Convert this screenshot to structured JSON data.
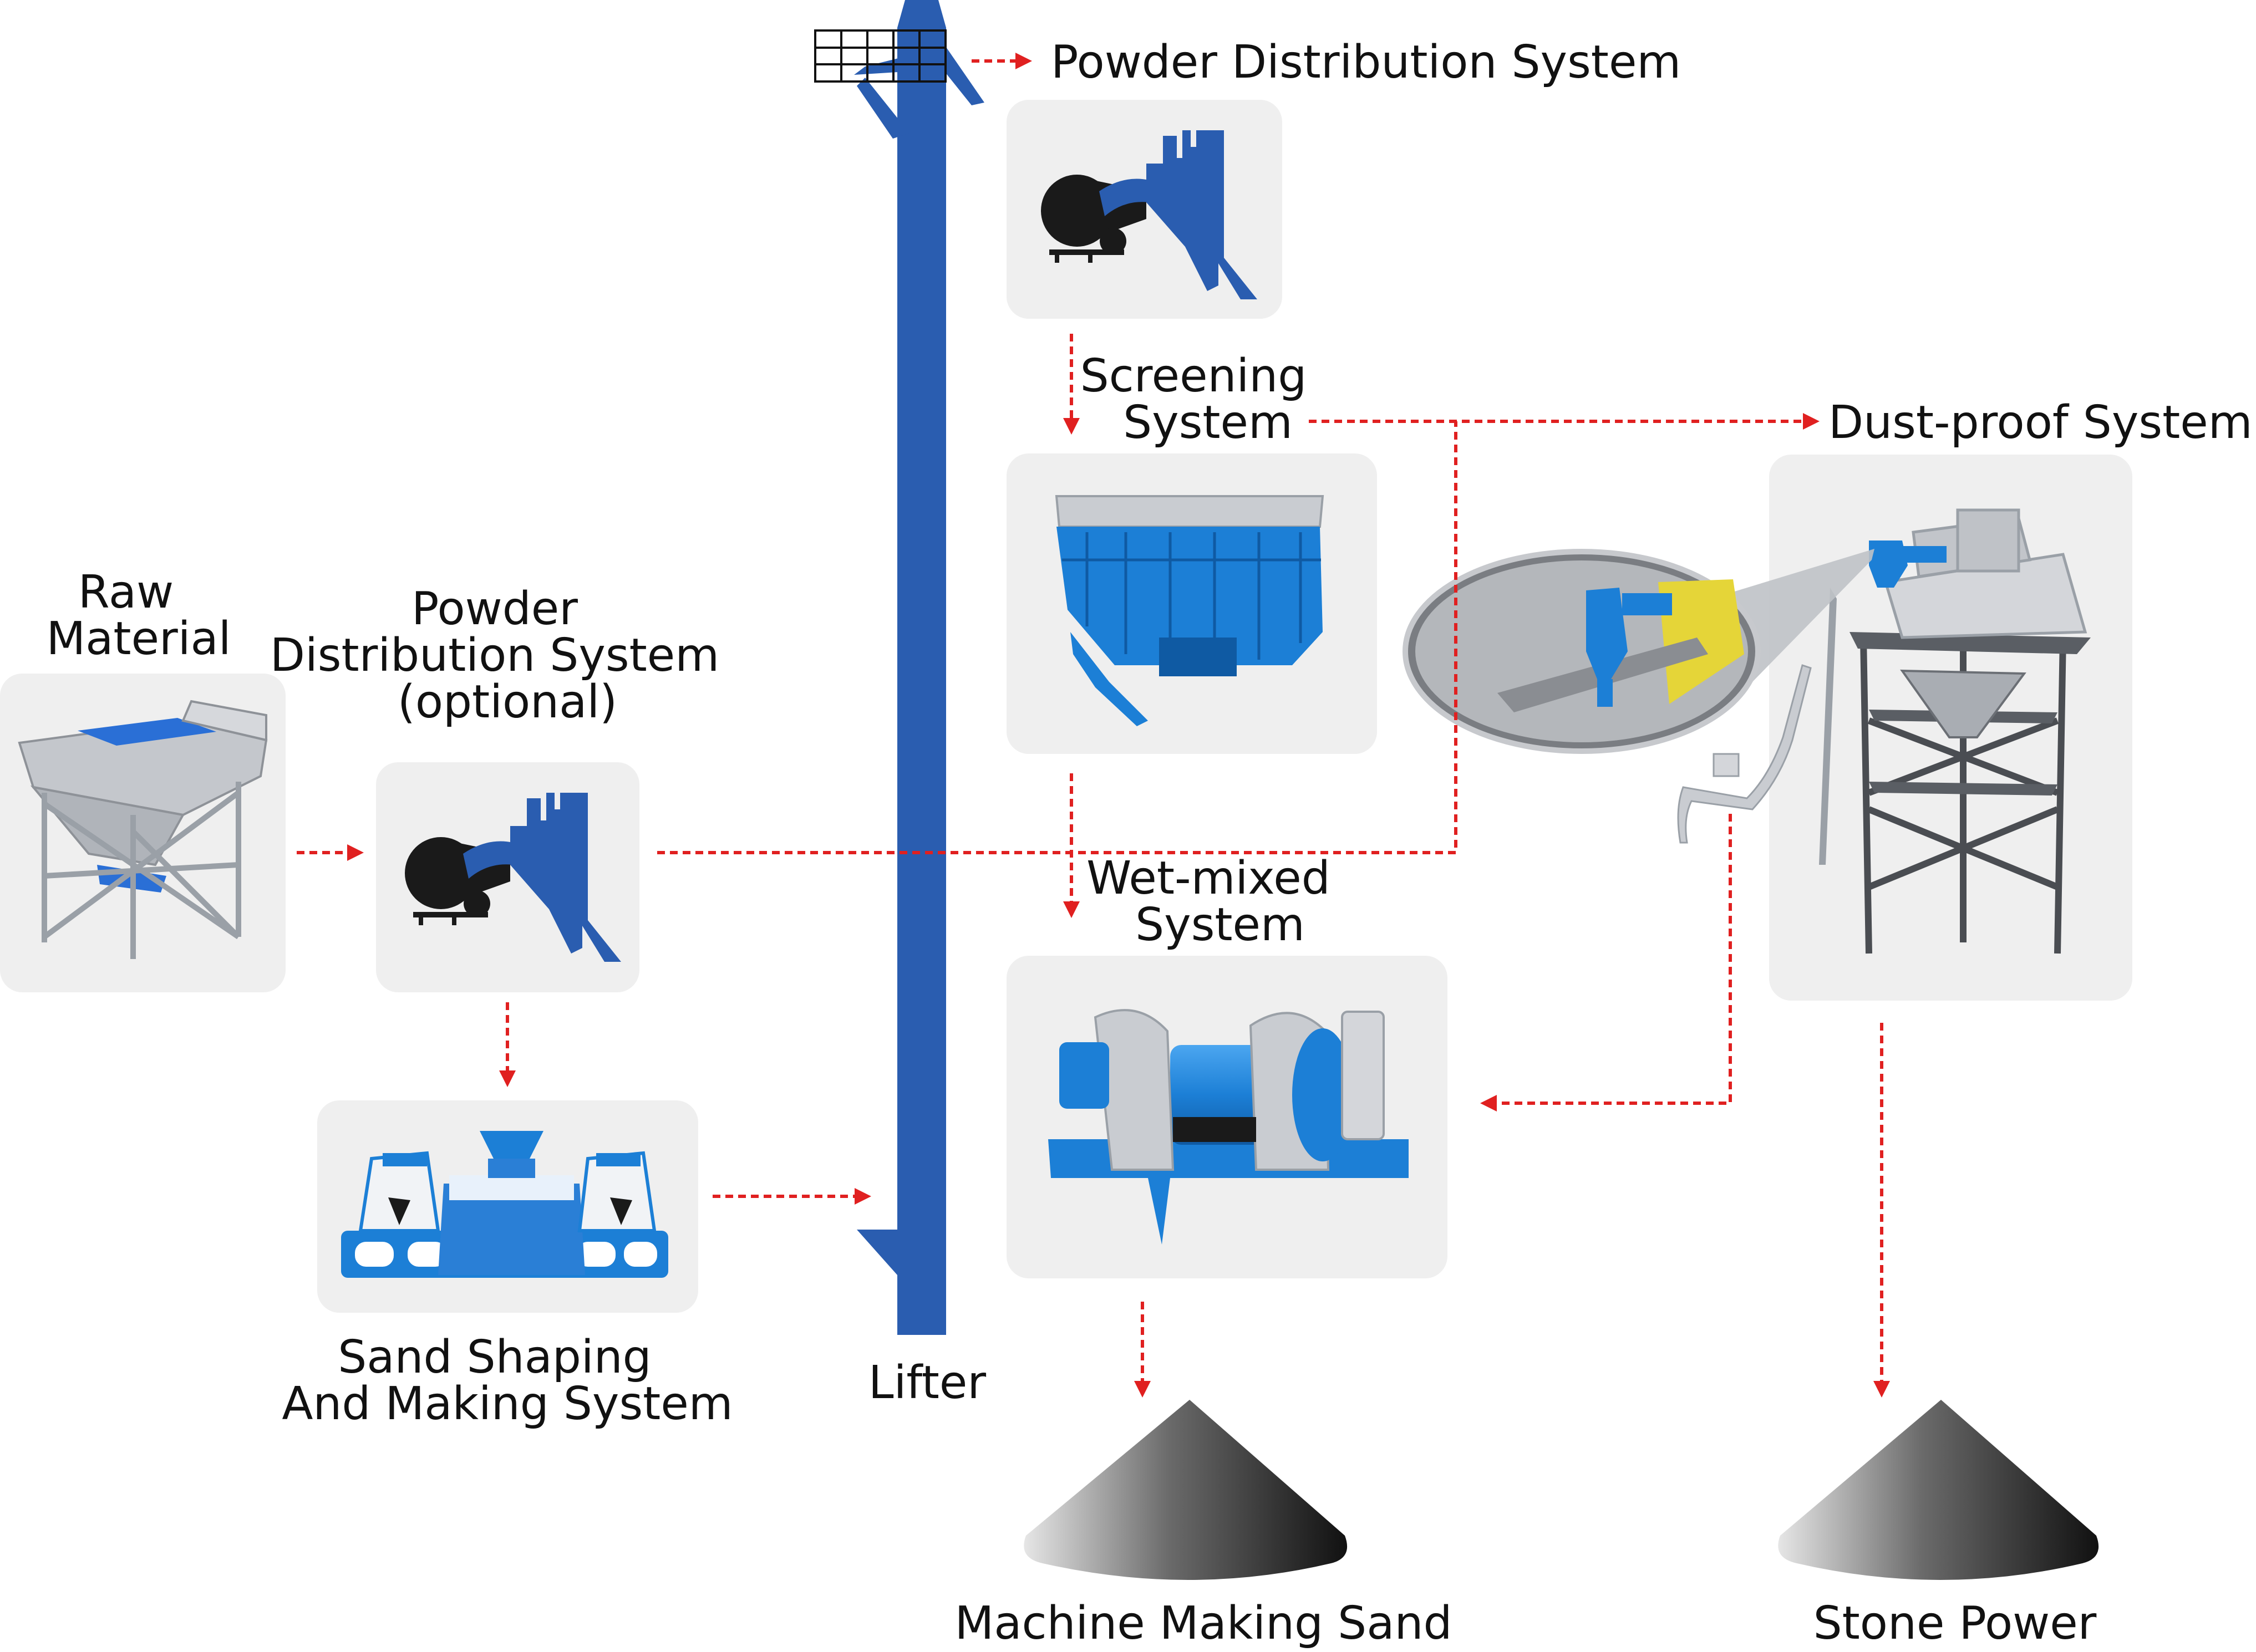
{
  "labels": {
    "raw_material": [
      "Raw",
      "Material"
    ],
    "powder_distribution_optional": [
      "Powder",
      "Distribution System",
      "(optional)"
    ],
    "sand_shaping": [
      "Sand Shaping",
      "And Making System"
    ],
    "lifter": "Lifter",
    "powder_distribution_top": "Powder Distribution System",
    "screening": [
      "Screening",
      "System"
    ],
    "wet_mixed": [
      "Wet-mixed",
      "System"
    ],
    "dust_proof": "Dust-proof System",
    "machine_making_sand": "Machine Making Sand",
    "stone_power": "Stone Power"
  },
  "colors": {
    "accent_blue": "#2a5db0",
    "machine_blue": "#1c7fd6",
    "arrow_red": "#e02020",
    "card_bg": "#efefef",
    "metal_gray": "#b9bcc2",
    "dark": "#1a1a1a"
  }
}
